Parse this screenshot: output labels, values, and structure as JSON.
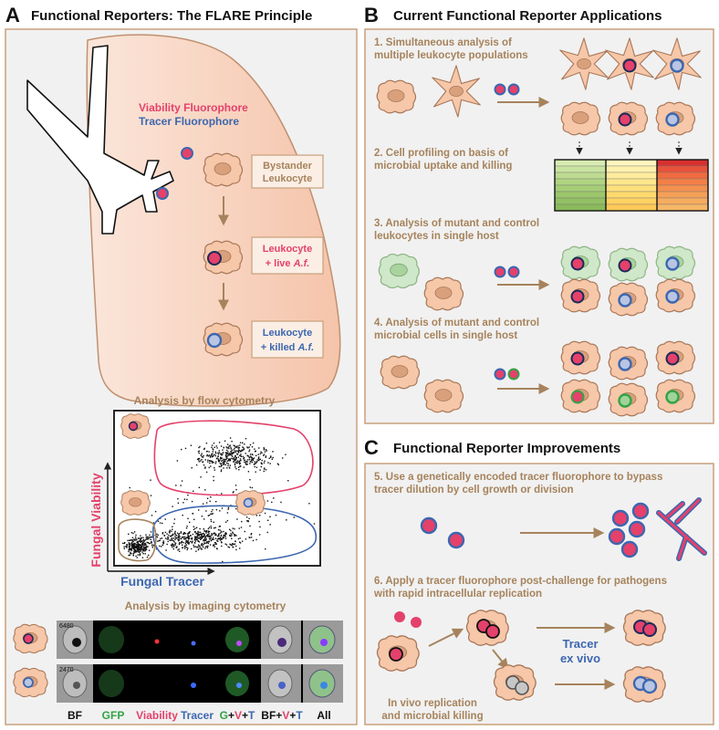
{
  "colors": {
    "panel_bg": "#f1f1f1",
    "panel_border": "#c9a07c",
    "accent_brown": "#a6835c",
    "viability_red": "#e4416b",
    "tracer_blue": "#3c67b0",
    "gfp_green": "#33a345",
    "cell_fill": "#f6c7a8",
    "cell_stroke": "#a8785a",
    "nucleus": "#d9a07c",
    "lung_fill": "#f7d3bf"
  },
  "panelA": {
    "letter": "A",
    "title": "Functional Reporters: The FLARE Principle",
    "legend_viability": "Viability Fluorophore",
    "legend_tracer": "Tracer Fluorophore",
    "box_bystander_1": "Bystander",
    "box_bystander_2": "Leukocyte",
    "box_live_1": "Leukocyte",
    "box_live_2a": "+ live ",
    "box_live_2b": "A.f.",
    "box_killed_1": "Leukocyte",
    "box_killed_2a": "+ killed ",
    "box_killed_2b": "A.f.",
    "flow_title": "Analysis by flow cytometry",
    "flow_ylabel": "Fungal Viability",
    "flow_xlabel": "Fungal Tracer",
    "imaging_title": "Analysis by imaging cytometry",
    "row1_id": "6480",
    "row2_id": "2470",
    "col_bf": "BF",
    "col_gfp": "GFP",
    "col_viability": "Viability",
    "col_tracer": "Tracer",
    "col_gvt_g": "G",
    "col_gvt_plus1": "+",
    "col_gvt_v": "V",
    "col_gvt_plus2": "+",
    "col_gvt_t": "T",
    "col_bfvt_bf": "BF",
    "col_bfvt_plus1": "+",
    "col_bfvt_v": "V",
    "col_bfvt_plus2": "+",
    "col_bfvt_t": "T",
    "col_all": "All"
  },
  "panelB": {
    "letter": "B",
    "title": "Current Functional Reporter Applications",
    "item1_line1": "1. Simultaneous analysis of",
    "item1_line2": "multiple leukocyte populations",
    "item2_line1": "2. Cell profiling on basis of",
    "item2_line2": "microbial uptake and killing",
    "item3_line1": "3. Analysis of mutant and control",
    "item3_line2": "leukocytes in single host",
    "item4_line1": "4. Analysis of mutant and control",
    "item4_line2": "microbial cells in single host"
  },
  "panelC": {
    "letter": "C",
    "title": "Functional Reporter Improvements",
    "item5_line1": "5. Use a genetically encoded tracer fluorophore to bypass",
    "item5_line2": "tracer dilution by cell growth or division",
    "item6_line1": "6. Apply a tracer fluorophore post-challenge for pathogens",
    "item6_line2": "with rapid intracellular replication",
    "tracer_line1": "Tracer",
    "tracer_line2": "ex vivo",
    "invivo_line1": "In vivo replication",
    "invivo_line2": "and microbial killing"
  }
}
